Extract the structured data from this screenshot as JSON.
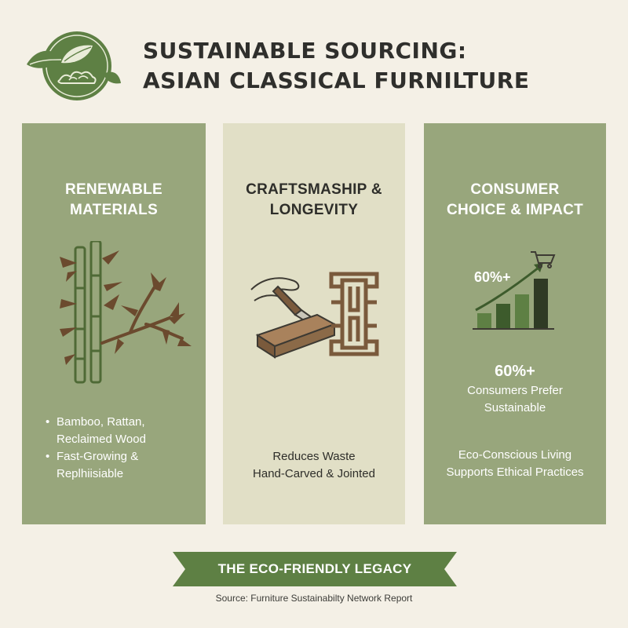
{
  "title": {
    "line1": "SUSTAINABLE SOURCING:",
    "line2": "ASIAN CLASSICAL FURNILTURE"
  },
  "colors": {
    "background": "#f4f0e6",
    "sage": "#98a67c",
    "beige": "#e1dfc6",
    "dark_green": "#3d5b2c",
    "brown": "#7a5a3c"
  },
  "icons": {
    "logo": "leaf-cloud-emblem-icon",
    "bamboo": "bamboo-icon",
    "carving": "hand-chisel-icon",
    "lattice": "lattice-icon",
    "cart": "shopping-cart-icon"
  },
  "panels": {
    "renewable": {
      "heading1": "RENEWABLE",
      "heading2": "MATERIALS",
      "bullet1_line1": "Bamboo, Rattan,",
      "bullet1_line2": "Reclaimed Wood",
      "bullet2_line1": "Fast-Growing &",
      "bullet2_line2": "Replhiisiable"
    },
    "craftsmanship": {
      "heading1": "CRAFTSMASHIP &",
      "heading2": "LONGEVITY",
      "caption1": "Reduces Waste",
      "caption2": "Hand-Carved & Jointed"
    },
    "consumer": {
      "heading1": "CONSUMER",
      "heading2": "CHOICE & IMPACT",
      "chart_label": "60%+",
      "stat_value": "60%+",
      "stat_line1": "Consumers Prefer",
      "stat_line2": "Sustainable",
      "caption1": "Eco-Conscious Living",
      "caption2": "Supports Ethical Practices"
    }
  },
  "banner": {
    "label": "THE ECO-FRIENDLY LEGACY"
  },
  "source": "Source: Furniture Sustainabilty Network Report"
}
